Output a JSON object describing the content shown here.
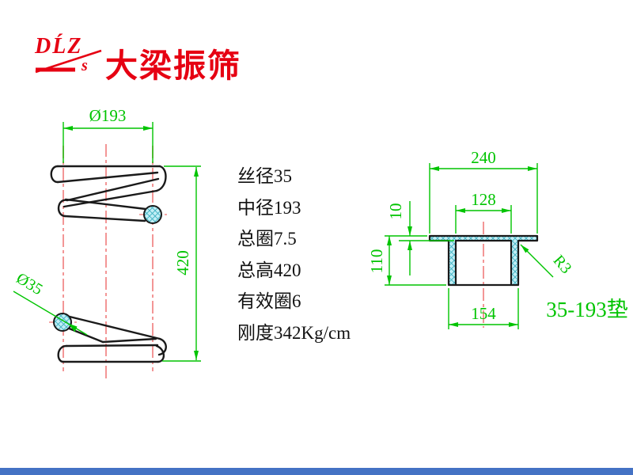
{
  "header": {
    "logo": {
      "text": "DĹZ",
      "sub": "s"
    },
    "title": "大梁振筛"
  },
  "spring_view": {
    "dim_outer_diameter": "Ø193",
    "dim_height": "420",
    "dim_wire": "Ø35"
  },
  "specs": {
    "lines": [
      "丝径35",
      "中径193",
      "总圈7.5",
      "总高420",
      "有效圈6",
      "刚度342Kg/cm"
    ]
  },
  "pad_view": {
    "dim_flange_width": "240",
    "dim_bore": "128",
    "dim_flange_thickness": "10",
    "dim_height": "110",
    "dim_tube_width": "154",
    "dim_fillet": "R3",
    "part_label": "35-193垫"
  },
  "colors": {
    "brand_red": "#e60012",
    "dimension_green": "#00c400",
    "centerline_red": "#f28b8b",
    "object_black": "#1a1a1a",
    "hatch_cyan": "#c2eef5",
    "footer_blue": "#4472c4"
  }
}
